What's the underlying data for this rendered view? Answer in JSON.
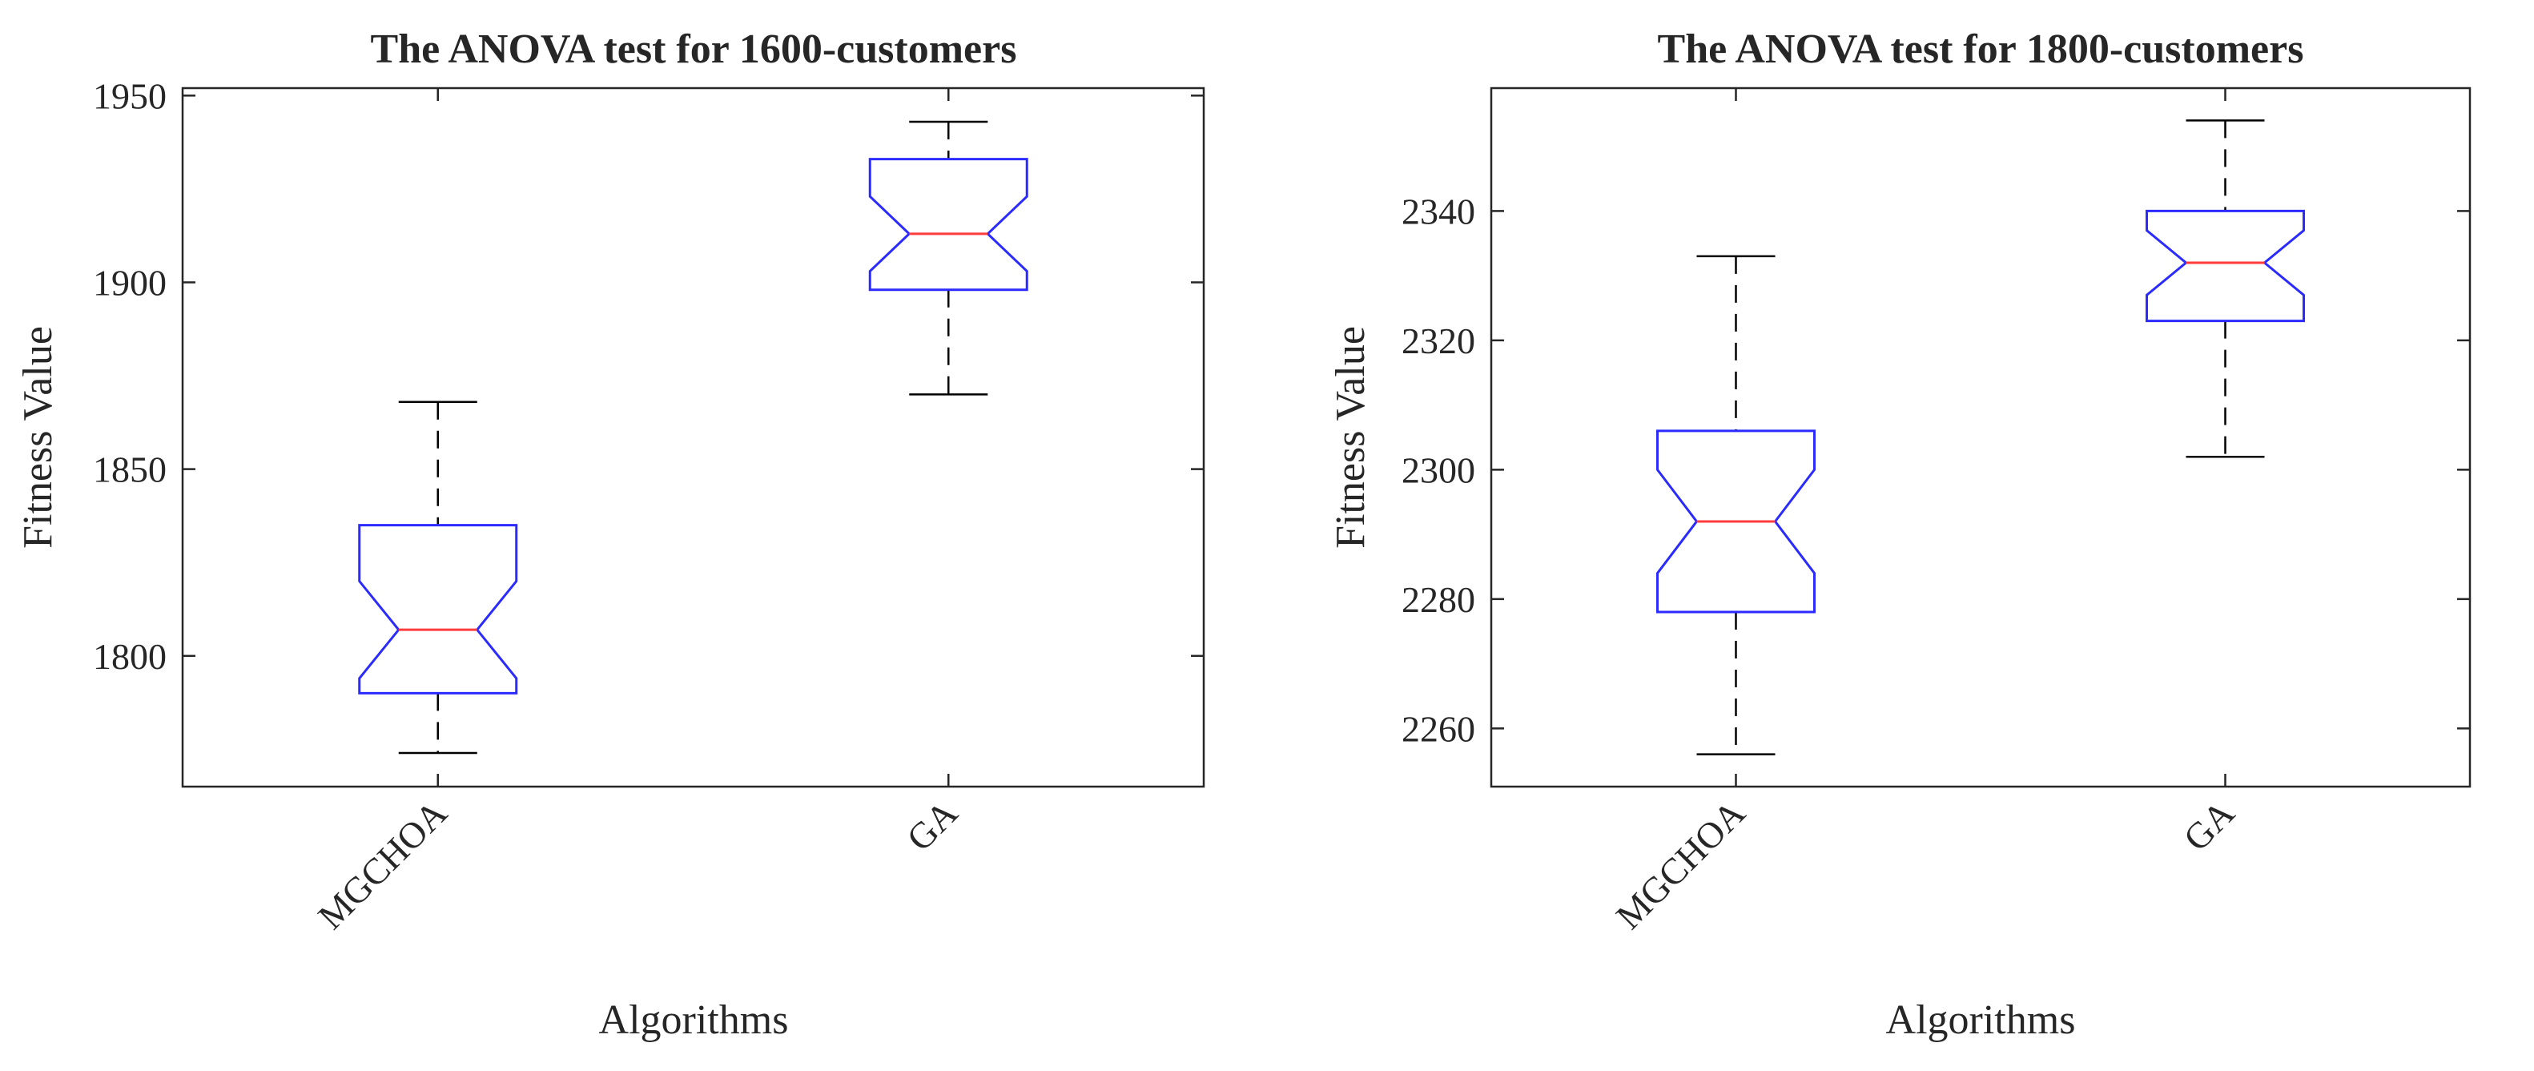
{
  "chart_data": [
    {
      "type": "box",
      "title": "The ANOVA test for 1600-customers",
      "xlabel": "Algorithms",
      "ylabel": "Fitness Value",
      "ylim": [
        1765,
        1952
      ],
      "yticks": [
        1800,
        1850,
        1900,
        1950
      ],
      "notched": true,
      "grid": false,
      "categories": [
        "MGCHOA",
        "GA"
      ],
      "boxes": [
        {
          "category": "MGCHOA",
          "whisker_low": 1774,
          "q1": 1790,
          "median": 1807,
          "q3": 1835,
          "whisker_high": 1868,
          "notch_low": 1794,
          "notch_high": 1820
        },
        {
          "category": "GA",
          "whisker_low": 1870,
          "q1": 1898,
          "median": 1913,
          "q3": 1933,
          "whisker_high": 1943,
          "notch_low": 1903,
          "notch_high": 1923
        }
      ],
      "colors": {
        "box": "#2b2bff",
        "median": "#ff3b3b",
        "whisker": "#000000",
        "axis": "#262626"
      }
    },
    {
      "type": "box",
      "title": "The ANOVA test for 1800-customers",
      "xlabel": "Algorithms",
      "ylabel": "Fitness Value",
      "ylim": [
        2251,
        2359
      ],
      "yticks": [
        2260,
        2280,
        2300,
        2320,
        2340
      ],
      "notched": true,
      "grid": false,
      "categories": [
        "MGCHOA",
        "GA"
      ],
      "boxes": [
        {
          "category": "MGCHOA",
          "whisker_low": 2256,
          "q1": 2278,
          "median": 2292,
          "q3": 2306,
          "whisker_high": 2333,
          "notch_low": 2284,
          "notch_high": 2300
        },
        {
          "category": "GA",
          "whisker_low": 2302,
          "q1": 2323,
          "median": 2332,
          "q3": 2340,
          "whisker_high": 2354,
          "notch_low": 2327,
          "notch_high": 2337
        }
      ],
      "colors": {
        "box": "#2b2bff",
        "median": "#ff3b3b",
        "whisker": "#000000",
        "axis": "#262626"
      }
    }
  ]
}
